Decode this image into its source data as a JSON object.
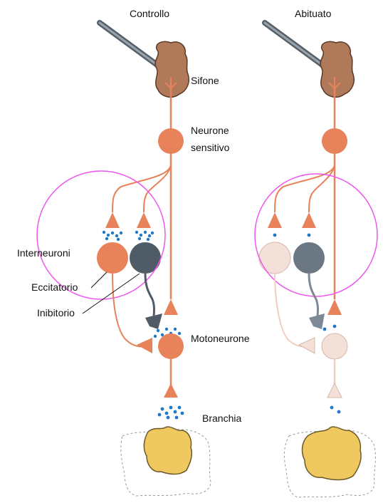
{
  "panels": {
    "control_title": "Controllo",
    "habituated_title": "Abituato"
  },
  "labels": {
    "siphon": "Sifone",
    "sensory_neuron_line1": "Neurone",
    "sensory_neuron_line2": "sensitivo",
    "interneurons": "Interneuroni",
    "excitatory": "Eccitatorio",
    "inhibitory": "Inibitorio",
    "motor_neuron": "Motoneurone",
    "gill": "Branchia"
  },
  "colors": {
    "neuron_active": "#e8825a",
    "neuron_faded": "#f3e0d8",
    "inhibitory_neuron": "#4f5b66",
    "inhibitory_faded": "#7d8a95",
    "transmitter": "#1f78c8",
    "highlight_circle": "#ee55ee",
    "gill": "#f0c860",
    "siphon": "#b07a5a"
  },
  "icons": [
    "probe-icon",
    "siphon-icon",
    "gill-icon"
  ]
}
